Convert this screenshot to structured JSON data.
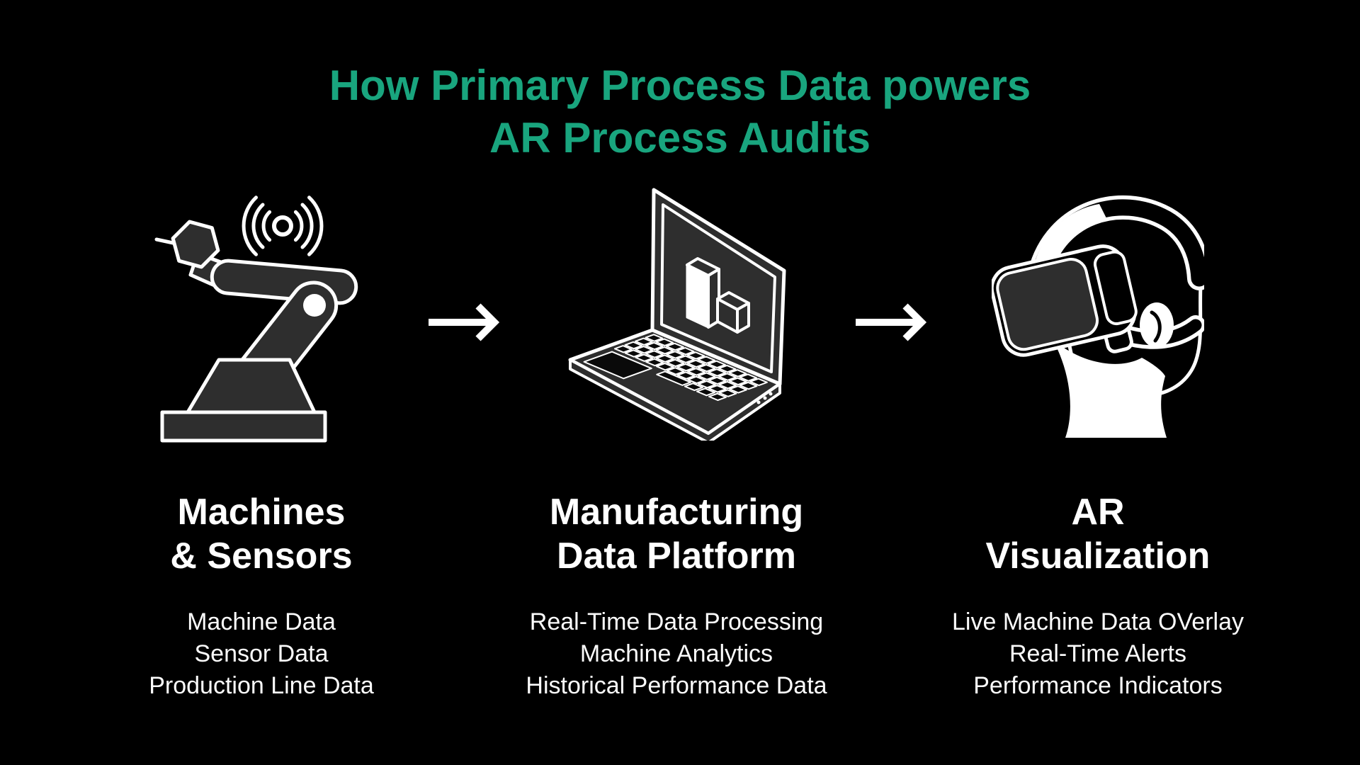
{
  "page": {
    "title": {
      "line1": "How Primary Process Data powers",
      "line2": "AR Process Audits"
    }
  },
  "flow": {
    "arrow_icon": "right-arrow",
    "columns": [
      {
        "id": "machines-sensors",
        "icon": "robot-arm-wireless-icon",
        "heading_line1": "Machines",
        "heading_line2": "& Sensors",
        "items": [
          "Machine Data",
          "Sensor Data",
          "Production Line Data"
        ]
      },
      {
        "id": "manufacturing-data-platform",
        "icon": "laptop-analytics-icon",
        "heading_line1": "Manufacturing",
        "heading_line2": "Data Platform",
        "items": [
          "Real-Time Data Processing",
          "Machine Analytics",
          "Historical Performance Data"
        ]
      },
      {
        "id": "ar-visualization",
        "icon": "vr-headset-icon",
        "heading_line1": "AR",
        "heading_line2": "Visualization",
        "items": [
          "Live Machine Data OVerlay",
          "Real-Time Alerts",
          "Performance Indicators"
        ]
      }
    ]
  },
  "colors": {
    "background": "#000000",
    "title_accent": "#19a57e",
    "heading_text": "#ffffff",
    "body_text": "#fcfcfc",
    "icon_fill": "#2e2e2e",
    "icon_key_fill": "#0a0a0a",
    "icon_outline": "#ffffff"
  }
}
